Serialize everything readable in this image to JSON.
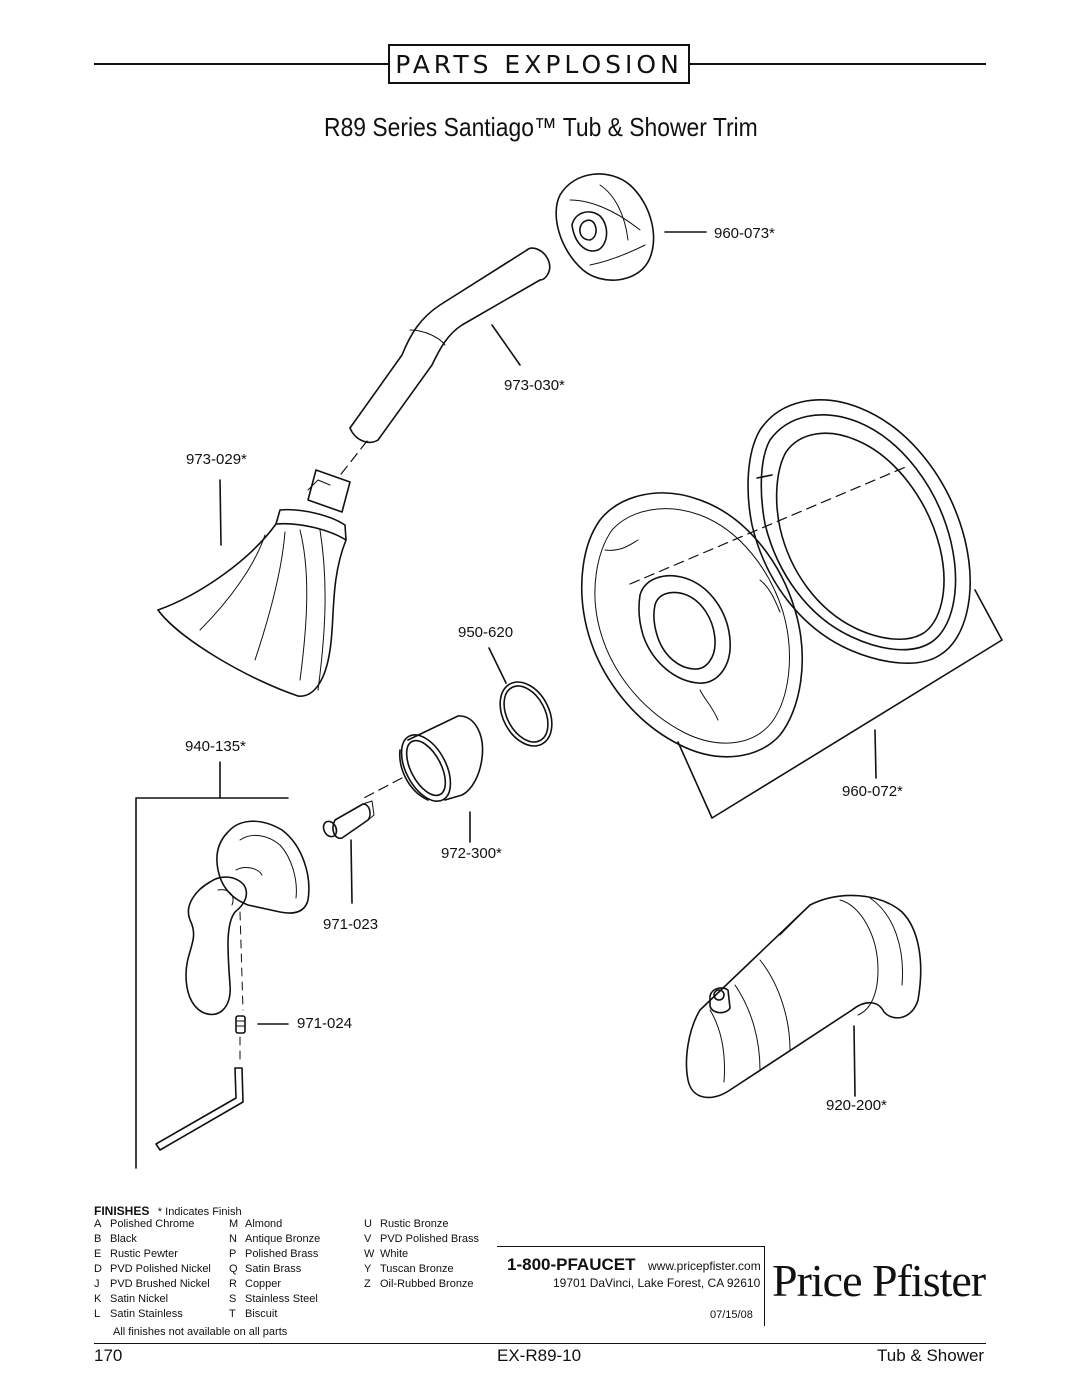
{
  "header": {
    "label": "PARTS EXPLOSION"
  },
  "title": "R89 Series Santiago™ Tub & Shower Trim",
  "parts": [
    {
      "id": "p960073",
      "label": "960-073*"
    },
    {
      "id": "p973030",
      "label": "973-030*"
    },
    {
      "id": "p973029",
      "label": "973-029*"
    },
    {
      "id": "p950620",
      "label": "950-620"
    },
    {
      "id": "p960072",
      "label": "960-072*"
    },
    {
      "id": "p940135",
      "label": "940-135*"
    },
    {
      "id": "p972300",
      "label": "972-300*"
    },
    {
      "id": "p971023",
      "label": "971-023"
    },
    {
      "id": "p971024",
      "label": "971-024"
    },
    {
      "id": "p920200",
      "label": "920-200*"
    }
  ],
  "finishes": {
    "heading": "FINISHES",
    "asterisk_note": "* Indicates Finish",
    "columns": [
      [
        {
          "code": "A",
          "name": "Polished Chrome"
        },
        {
          "code": "B",
          "name": "Black"
        },
        {
          "code": "E",
          "name": "Rustic Pewter"
        },
        {
          "code": "D",
          "name": "PVD Polished Nickel"
        },
        {
          "code": "J",
          "name": "PVD Brushed Nickel"
        },
        {
          "code": "K",
          "name": "Satin Nickel"
        },
        {
          "code": "L",
          "name": "Satin Stainless"
        }
      ],
      [
        {
          "code": "M",
          "name": "Almond"
        },
        {
          "code": "N",
          "name": "Antique Bronze"
        },
        {
          "code": "P",
          "name": "Polished Brass"
        },
        {
          "code": "Q",
          "name": "Satin Brass"
        },
        {
          "code": "R",
          "name": "Copper"
        },
        {
          "code": "S",
          "name": "Stainless Steel"
        },
        {
          "code": "T",
          "name": "Biscuit"
        }
      ],
      [
        {
          "code": "U",
          "name": "Rustic Bronze"
        },
        {
          "code": "V",
          "name": "PVD Polished Brass"
        },
        {
          "code": "W",
          "name": "White"
        },
        {
          "code": "Y",
          "name": "Tuscan Bronze"
        },
        {
          "code": "Z",
          "name": "Oil-Rubbed Bronze"
        }
      ]
    ],
    "note": "All finishes not available on all parts"
  },
  "contact": {
    "phone": "1-800-PFAUCET",
    "website": "www.pricepfister.com",
    "address": "19701 DaVinci, Lake Forest, CA  92610",
    "date": "07/15/08"
  },
  "brand": "Price Pfister",
  "footer": {
    "page_number": "170",
    "doc_code": "EX-R89-10",
    "section": "Tub & Shower"
  }
}
